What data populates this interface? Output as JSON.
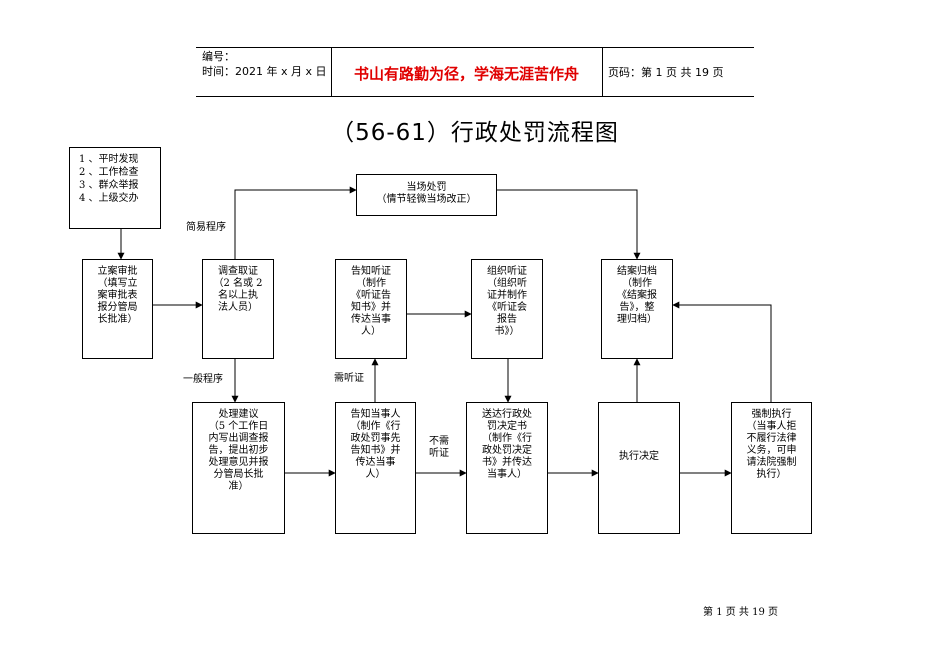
{
  "header": {
    "number_label": "编号：",
    "time_label": "时间：2021 年 x 月 x 日",
    "motto": "书山有路勤为径，学海无涯苦作舟",
    "page_label": "页码：第 1 页  共 19 页"
  },
  "title": "（56-61）行政处罚流程图",
  "source_list": "1 、平时发现\n2 、工作检查\n3 、群众举报\n4 、上级交办",
  "nodes": {
    "onsite": "当场处罚\n（情节轻微当场改正）",
    "register": "立案审批\n（填写立\n案审批表\n报分管局\n长批准）",
    "investigate": "调查取证\n（2 名或 2\n名以上执\n法人员）",
    "notify_hearing": "告知听证\n（制作\n《听证告\n知书》并\n传达当事\n人）",
    "organize_hearing": "组织听证\n（组织听\n证并制作\n《听证会\n报告\n书》）",
    "close_case": "结案归档\n（制作\n《结案报\n告》，整\n理归档）",
    "proposal": "处理建议\n（5 个工作日\n内写出调查报\n告，提出初步\n处理意见并报\n分管局长批\n准）",
    "notify_party": "告知当事人\n（制作《行\n政处罚事先\n告知书》并\n传达当事\n人）",
    "deliver_decision": "送达行政处\n罚决定书\n（制作《行\n政处罚决定\n书》并传达\n当事人）",
    "execute": "执行决定",
    "enforce": "强制执行\n（当事人拒\n不履行法律\n义务，可申\n请法院强制\n执行）"
  },
  "labels": {
    "simple": "简易程序",
    "general": "一般程序",
    "need_hearing": "需听证",
    "no_hearing": "不需\n听证"
  },
  "footer": "第 1 页 共 19 页"
}
